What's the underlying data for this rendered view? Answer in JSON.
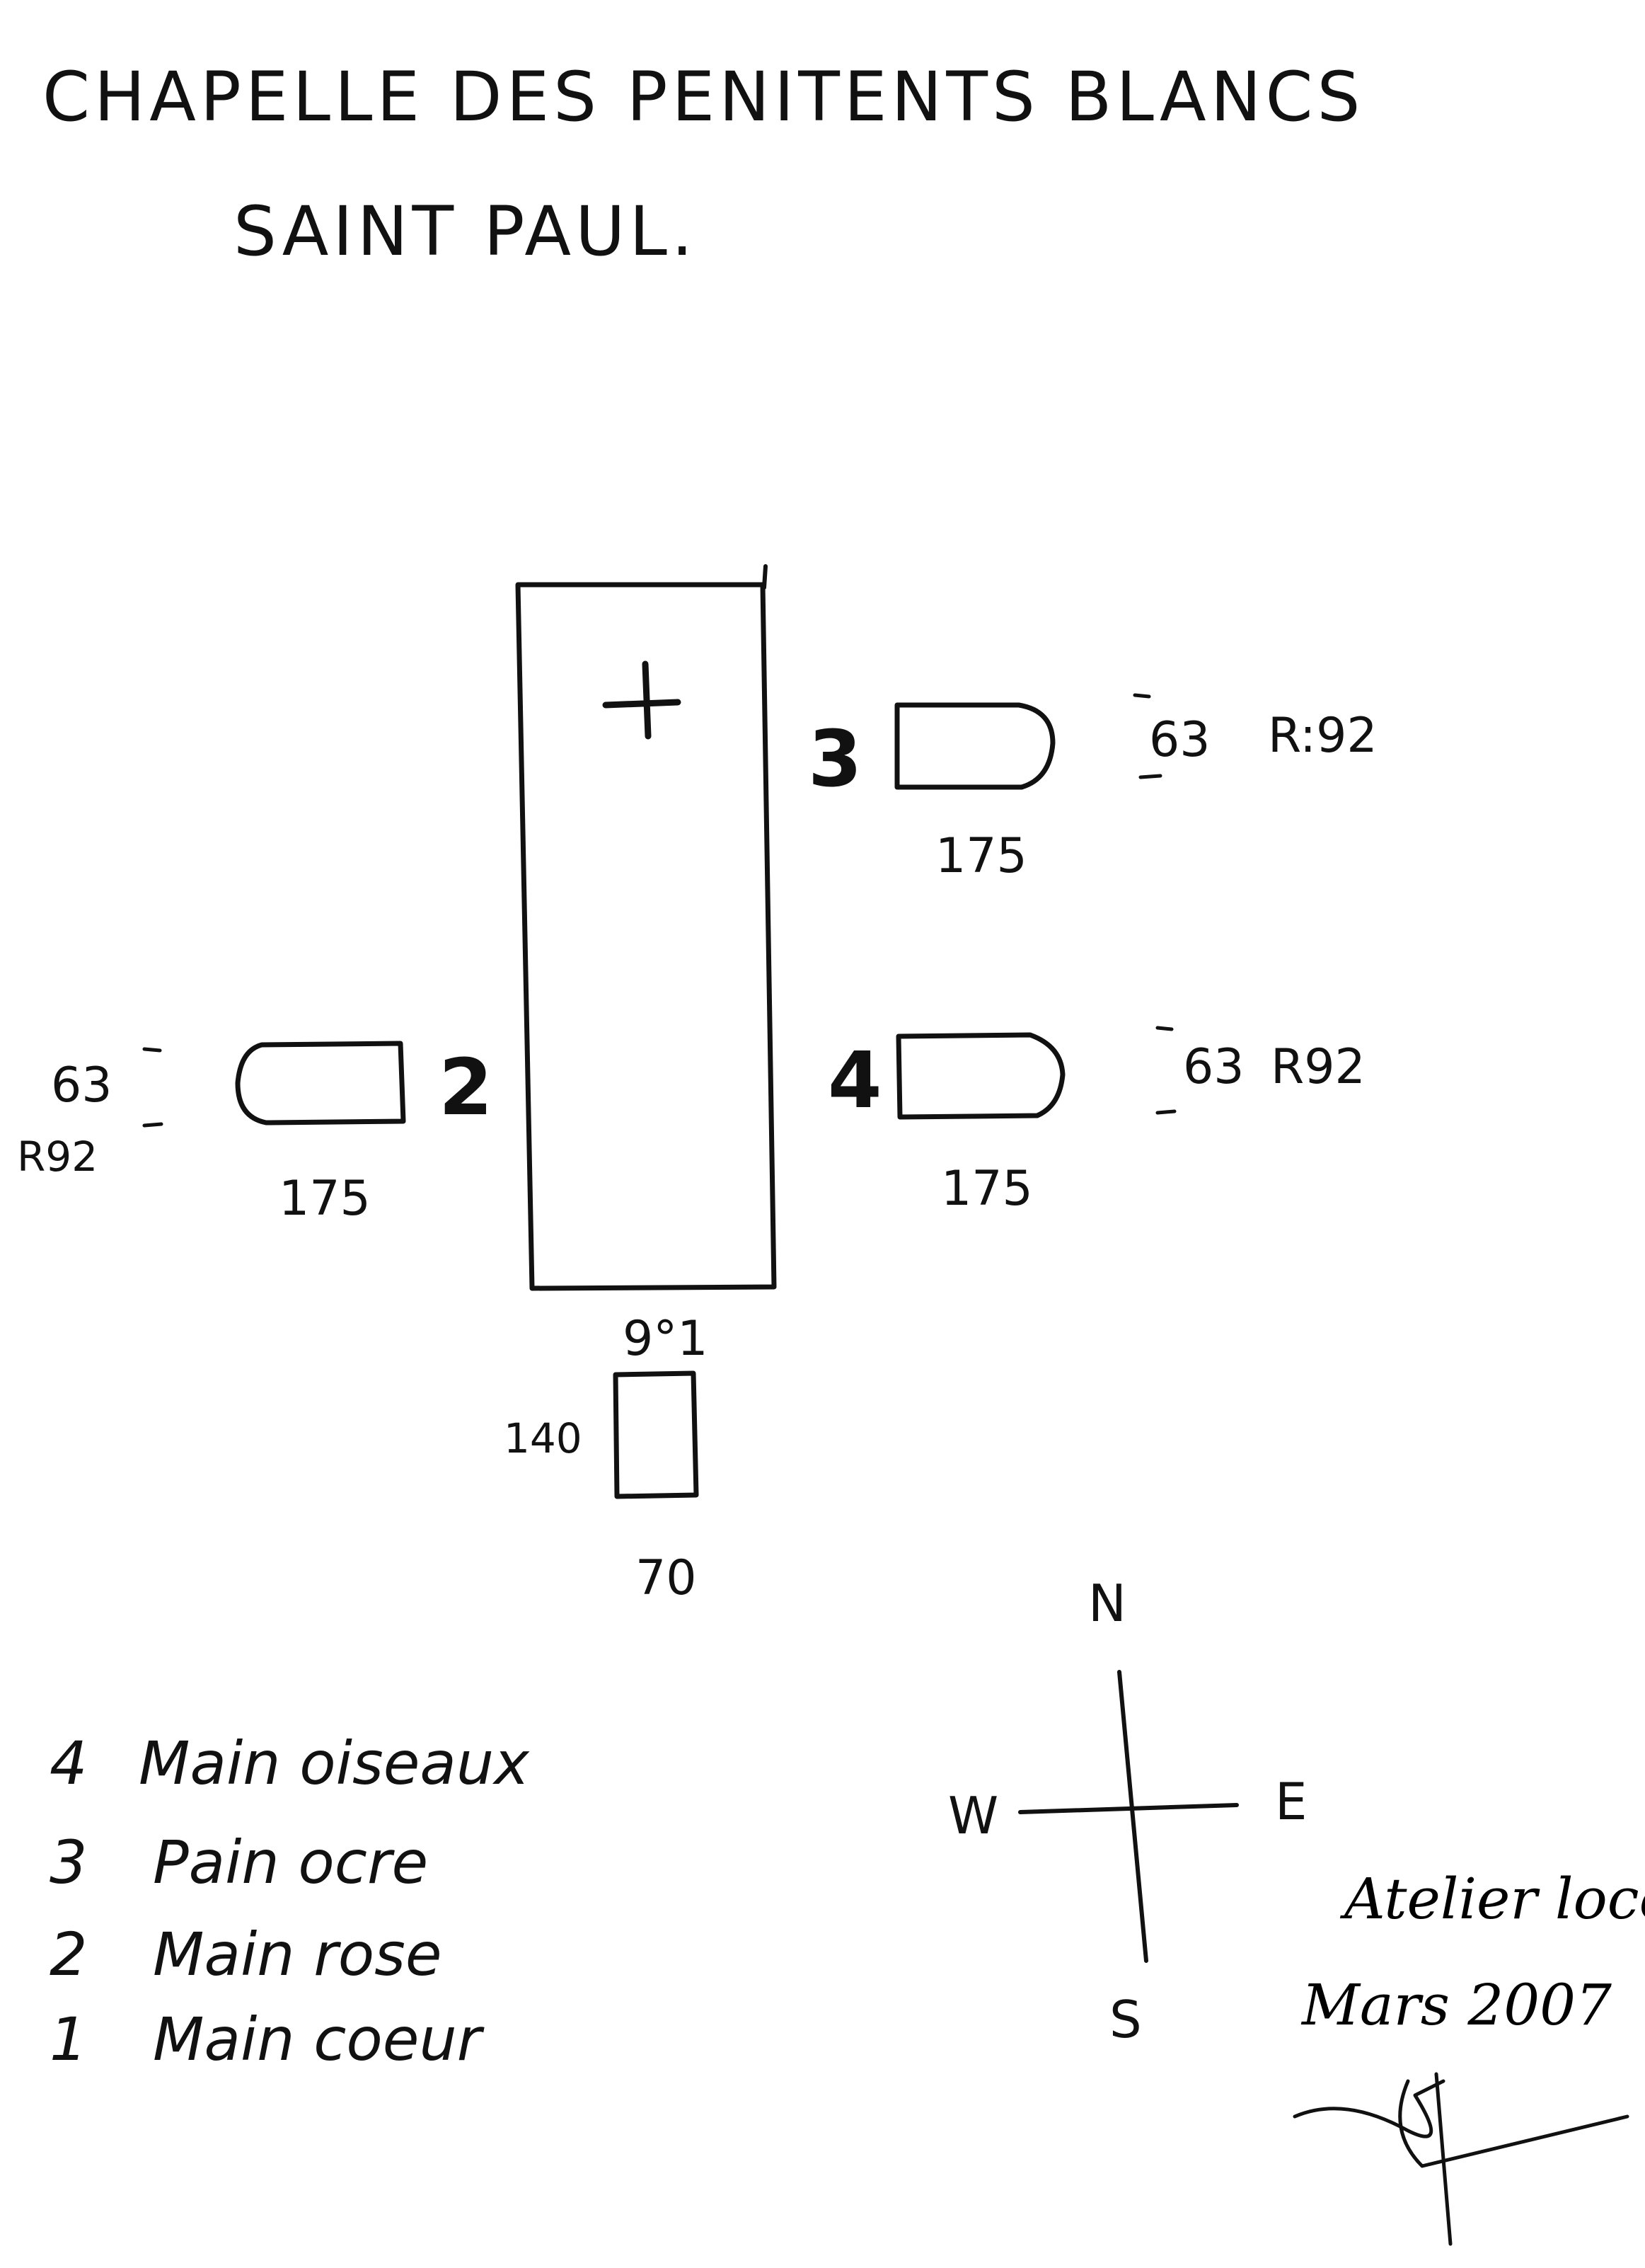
{
  "title": {
    "line1": "CHAPELLE DES PENITENTS BLANCS",
    "line2": "SAINT PAUL."
  },
  "plan": {
    "cross": "+",
    "top_label": "9°1"
  },
  "tables": [
    {
      "number": "3",
      "width": "175",
      "height": "63",
      "radius": "R:92"
    },
    {
      "number": "2",
      "width": "175",
      "height": "63",
      "radius": "R92"
    },
    {
      "number": "4",
      "width": "175",
      "height": "63",
      "radius": "R92"
    }
  ],
  "small_rect": {
    "height": "140",
    "width": "70"
  },
  "legend": [
    {
      "number": "4",
      "text": "Main oiseaux"
    },
    {
      "number": "3",
      "text": "Pain ocre"
    },
    {
      "number": "2",
      "text": "Main rose"
    },
    {
      "number": "1",
      "text": "Main coeur"
    }
  ],
  "compass": {
    "north": "N",
    "south": "S",
    "east": "E",
    "west": "W"
  },
  "signature": {
    "line1": "Atelier loco",
    "line2": "Mars 2007"
  }
}
